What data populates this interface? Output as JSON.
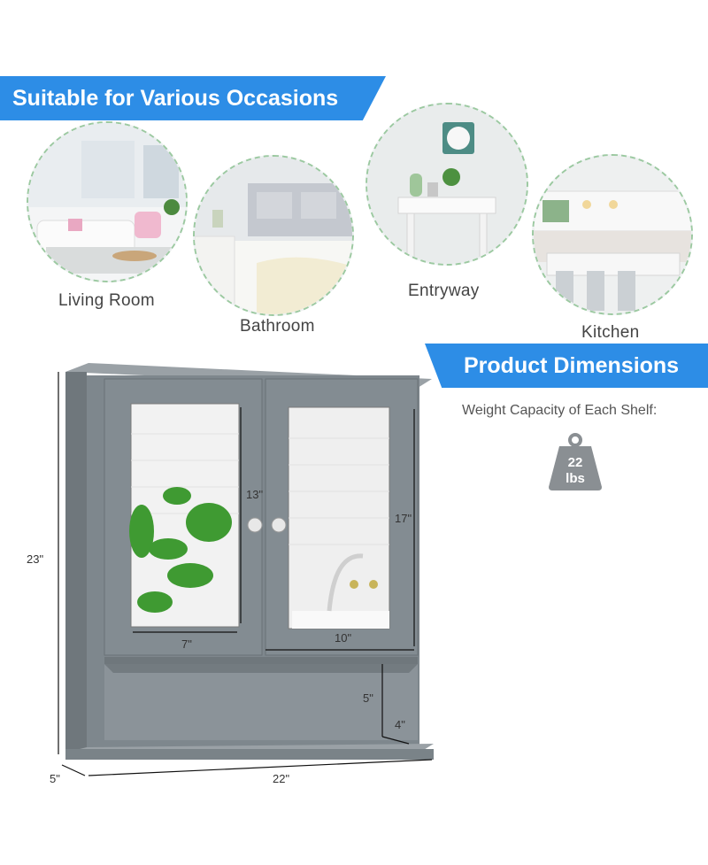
{
  "header": {
    "title": "Suitable for Various Occasions"
  },
  "occasions": [
    {
      "label": "Living Room"
    },
    {
      "label": "Bathroom"
    },
    {
      "label": "Entryway"
    },
    {
      "label": "Kitchen"
    }
  ],
  "dimensions_section": {
    "title": "Product Dimensions",
    "weight_note": "Weight Capacity of Each Shelf:",
    "weight_value": "22",
    "weight_unit": "lbs"
  },
  "dimensions": {
    "height": "23\"",
    "width": "22\"",
    "depth": "5\"",
    "mirror_left_height": "13\"",
    "mirror_left_width": "7\"",
    "mirror_right_height": "17\"",
    "mirror_right_width": "10\"",
    "shelf_height": "5\"",
    "shelf_depth": "4\""
  },
  "colors": {
    "banner": "#2d8de6",
    "cabinet": "#7e878d",
    "circle_border": "#9cc9a1"
  }
}
